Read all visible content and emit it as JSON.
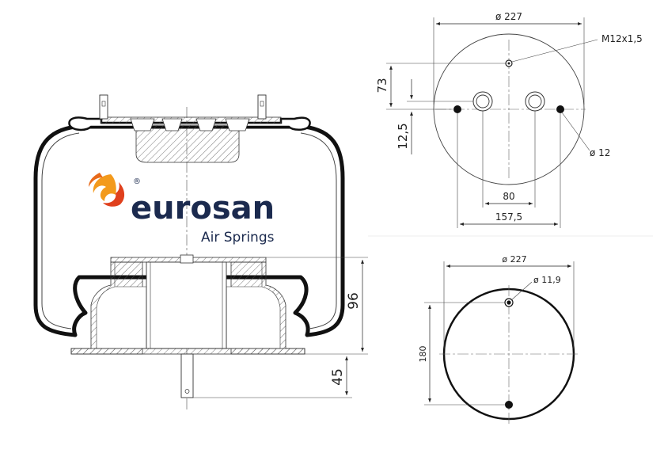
{
  "logo": {
    "name": "eurosan",
    "tagline": "Air Springs",
    "registered": "®",
    "colors": {
      "text": "#1b2a4e",
      "flame_orange": "#f39a1c",
      "flame_red": "#e0401d"
    }
  },
  "side_view": {
    "dim_height": "96",
    "dim_stud": "45"
  },
  "top_plate": {
    "dim_diameter": "ø 227",
    "dim_thread": "M12x1,5",
    "dim_73": "73",
    "dim_12_5": "12,5",
    "dim_hole": "ø 12",
    "dim_80": "80",
    "dim_157_5": "157,5"
  },
  "bottom_plate": {
    "dim_diameter": "ø 227",
    "dim_hole": "ø 11,9",
    "dim_180": "180"
  }
}
